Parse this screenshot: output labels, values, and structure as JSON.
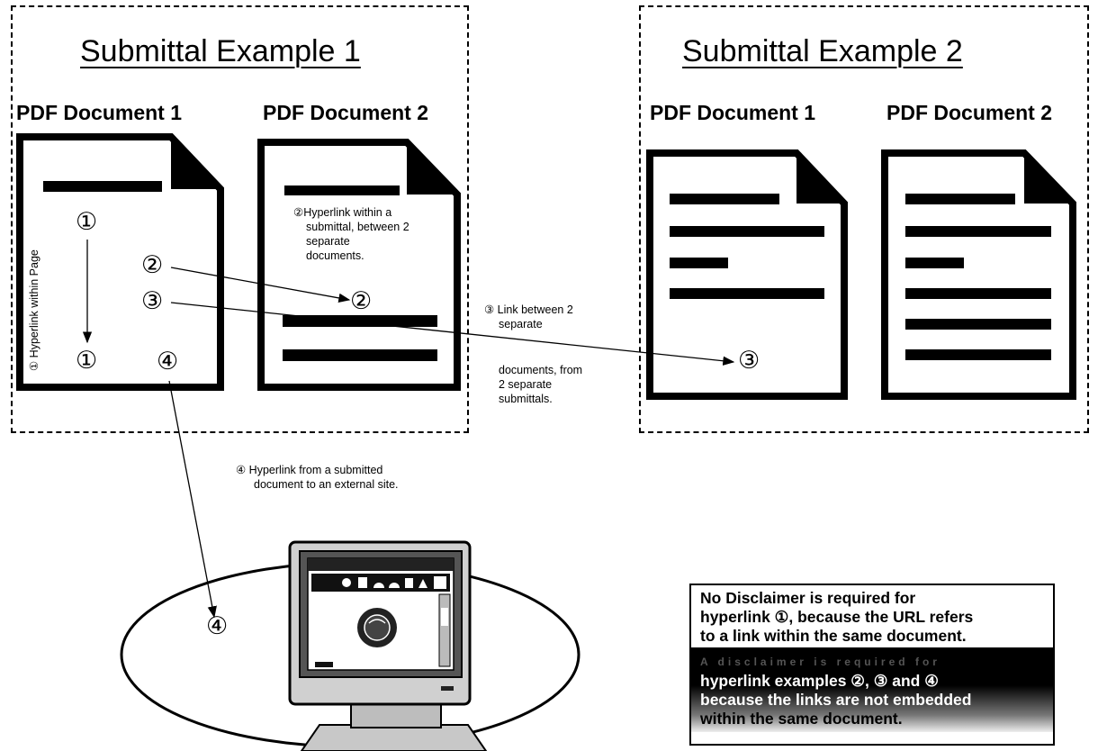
{
  "example1": {
    "title": "Submittal Example 1",
    "doc1_label": "PDF Document 1",
    "doc2_label": "PDF Document 2"
  },
  "example2": {
    "title": "Submittal Example 2",
    "doc1_label": "PDF Document 1",
    "doc2_label": "PDF Document 2"
  },
  "markers": {
    "m1": "①",
    "m2": "②",
    "m3": "③",
    "m4": "④"
  },
  "notes": {
    "hyperlink_within_page": "① Hyperlink within Page",
    "hyperlink_within_submittal_lines": [
      "②Hyperlink within a",
      "submittal, between 2",
      "separate",
      "documents."
    ],
    "link_between_lines_a": [
      "③  Link between 2",
      "separate"
    ],
    "link_between_lines_b": [
      "documents, from",
      "2 separate",
      "submittals."
    ],
    "external_lines": [
      "④  Hyperlink from a submitted",
      "document to an external site."
    ]
  },
  "disclaimer": {
    "top_lines": [
      "No   Disclaimer   is   required   for",
      "hyperlink ①, because the URL refers",
      "to a link within the same document."
    ],
    "mid_faint": "A disclaimer is required for",
    "mid_lines": [
      "hyperlink  examples  ②,  ③  and  ④",
      "because the links are not embedded",
      "within the same document."
    ]
  },
  "colors": {
    "ink": "#000000",
    "background": "#ffffff"
  }
}
